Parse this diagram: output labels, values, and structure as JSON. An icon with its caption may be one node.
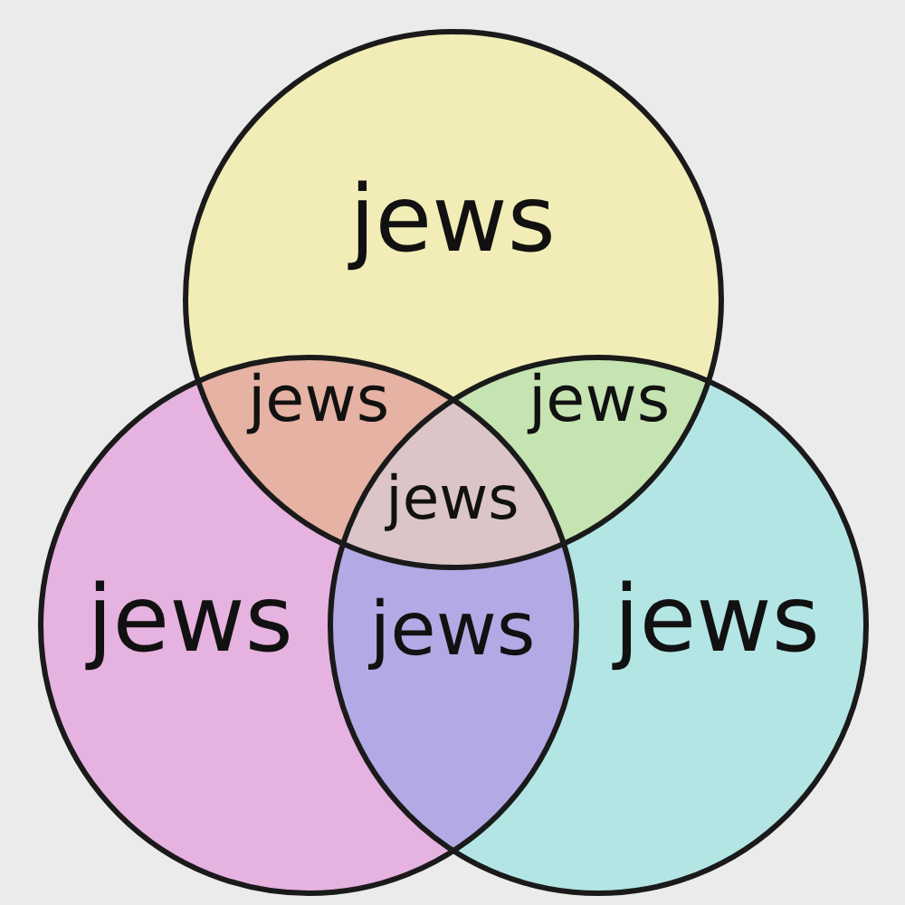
{
  "diagram": {
    "nodes": [
      {
        "text": [
          "jews"
        ]
      },
      {
        "text": [
          "jews"
        ]
      },
      {
        "text": [
          "jews"
        ]
      }
    ],
    "labels": [
      "jews",
      "jews",
      "jews",
      "jews"
    ]
  }
}
